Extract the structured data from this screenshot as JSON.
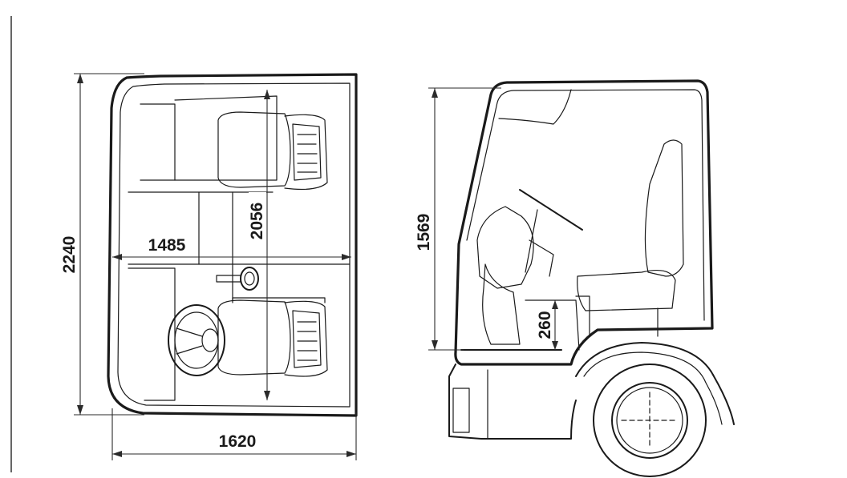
{
  "diagram": {
    "top_view": {
      "dimensions": {
        "overall_length": "2240",
        "interior_length": "2056",
        "interior_width": "1485",
        "overall_width": "1620"
      }
    },
    "side_view": {
      "dimensions": {
        "interior_height": "1569",
        "engine_tunnel_height": "260"
      }
    },
    "colors": {
      "line": "#1a1a1a",
      "background": "#ffffff"
    }
  }
}
